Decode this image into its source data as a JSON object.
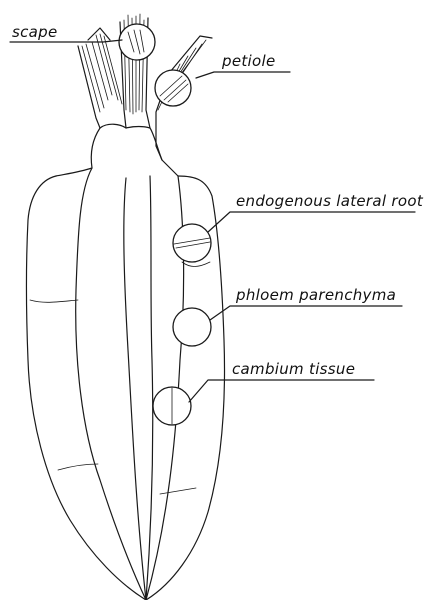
{
  "diagram": {
    "labels": {
      "scape": "scape",
      "petiole": "petiole",
      "lateral_root": "endogenous lateral root",
      "phloem": "phloem parenchyma",
      "cambium": "cambium tissue"
    }
  }
}
